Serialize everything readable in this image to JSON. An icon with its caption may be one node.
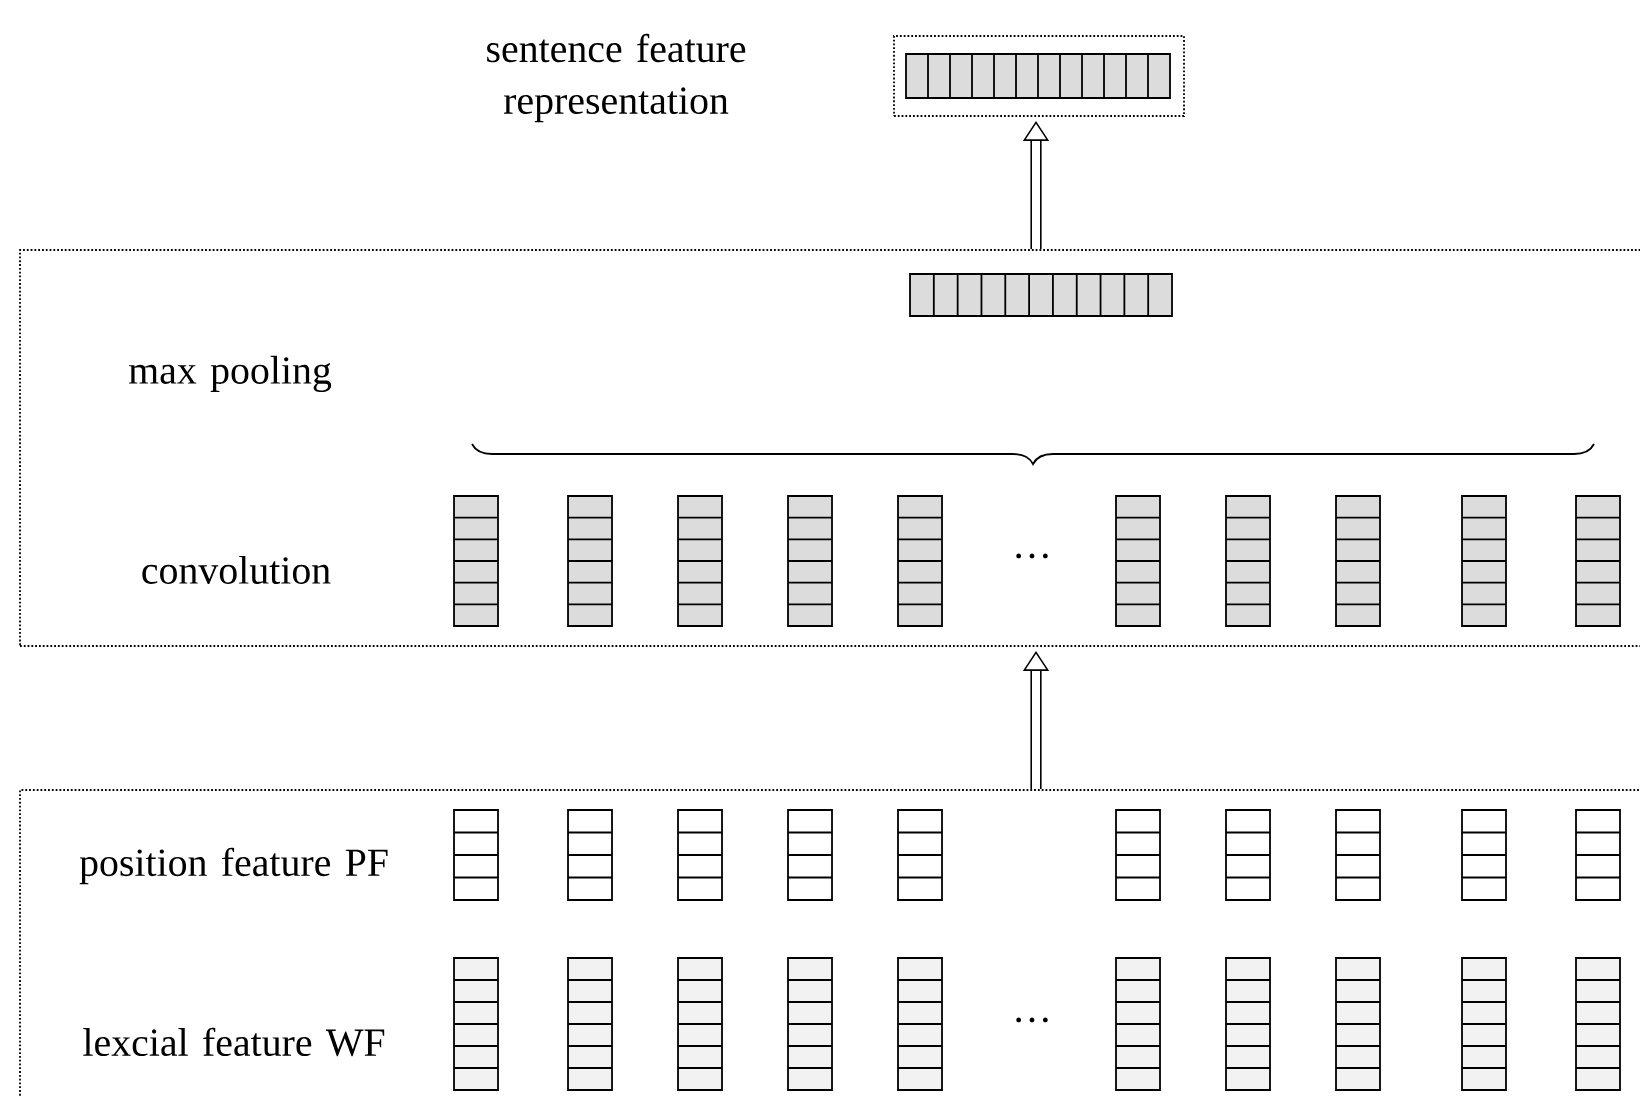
{
  "diagram": {
    "nodes": [
      {
        "text": [],
        "shape": "box",
        "beside": [
          "sentence feature representation"
        ]
      },
      {
        "text": [
          "max pooling",
          "convolution"
        ]
      },
      {
        "text": [
          "position feature PF",
          "lexcial feature WF"
        ]
      }
    ],
    "edges": [
      {
        "from": 1,
        "to": 0,
        "arrow": "to"
      },
      {
        "from": 2,
        "to": 1,
        "arrow": "to"
      }
    ],
    "labels": [
      "…",
      "…"
    ]
  }
}
